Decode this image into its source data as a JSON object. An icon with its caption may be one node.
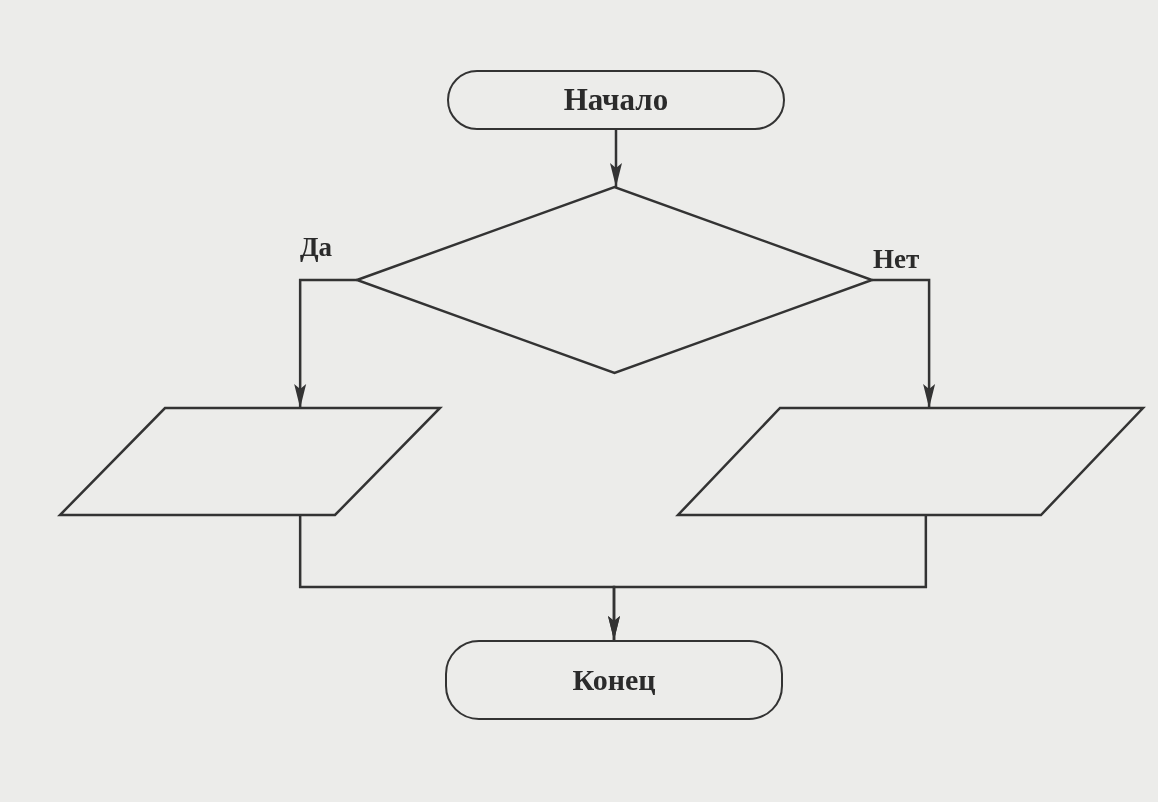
{
  "diagram": {
    "nodes": [
      {
        "text": [
          "Начало"
        ]
      },
      {
        "text": [],
        "shape": "diamond"
      },
      {
        "text": [],
        "shape": "parallelogram"
      },
      {
        "text": [],
        "shape": "parallelogram"
      },
      {
        "text": [
          "Конец"
        ]
      }
    ],
    "edges": [
      {
        "from": 0,
        "to": 1,
        "arrow": "to"
      },
      {
        "from": 1,
        "to": 2,
        "arrow": "to",
        "label": "Да"
      },
      {
        "from": 1,
        "to": 3,
        "arrow": "to",
        "label": "Нет"
      },
      {
        "from": 2,
        "to": 4,
        "arrow": "to"
      },
      {
        "from": 3,
        "to": 4,
        "arrow": "to"
      }
    ]
  }
}
